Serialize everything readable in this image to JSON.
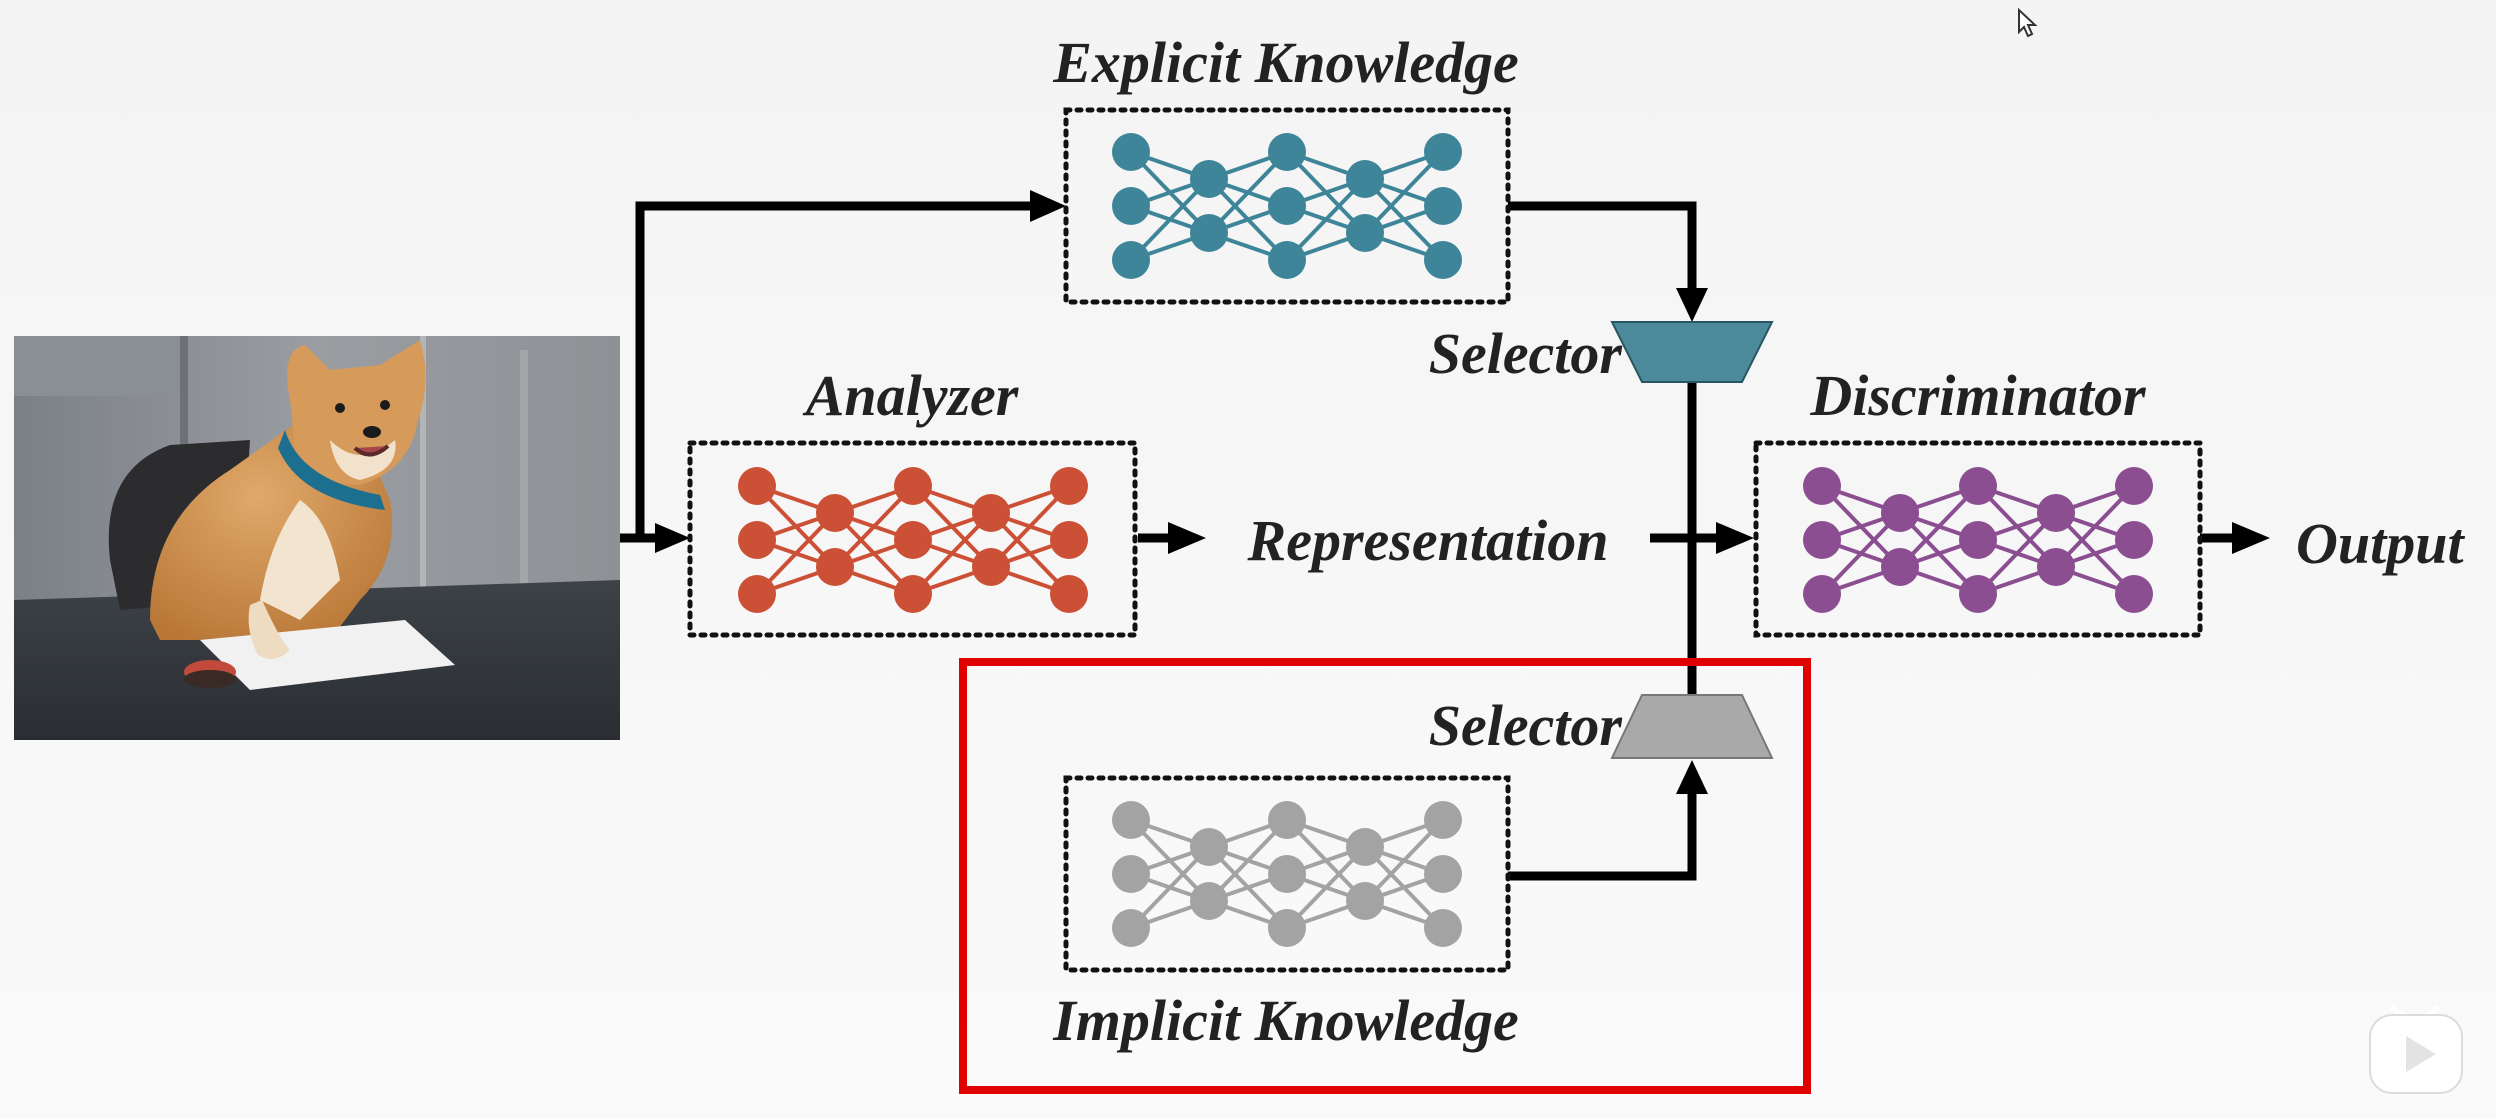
{
  "labels": {
    "explicit": "Explicit Knowledge",
    "implicit": "Implicit Knowledge",
    "analyzer": "Analyzer",
    "representation": "Representation",
    "discriminator": "Discriminator",
    "output": "Output",
    "selector_top": "Selector",
    "selector_bottom": "Selector"
  },
  "colors": {
    "explicit": "#3f8599",
    "analyzer": "#cc5035",
    "discriminator": "#8a4e91",
    "implicit": "#a3a3a3",
    "selector_top": "#4a8a9b",
    "selector_bottom": "#a9a9a9",
    "highlight": "#e00000"
  },
  "icons": {
    "photo": "shiba-inu-dog-at-desk-photo",
    "player": "video-play-icon",
    "cursor": "mouse-pointer-icon"
  }
}
